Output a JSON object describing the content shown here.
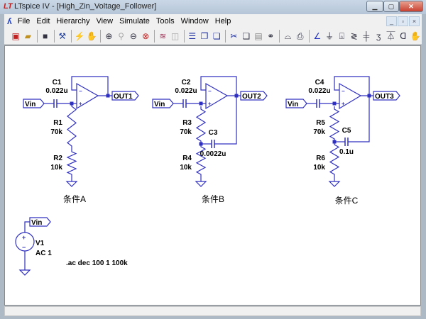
{
  "window": {
    "title": "LTspice IV - [High_Zin_Voltage_Follower]",
    "app_logo": "LT",
    "controls": [
      "minimize",
      "maximize",
      "close"
    ]
  },
  "menu": {
    "items": [
      "File",
      "Edit",
      "Hierarchy",
      "View",
      "Simulate",
      "Tools",
      "Window",
      "Help"
    ]
  },
  "toolbar": {
    "icons": [
      "new-schematic",
      "open",
      "save",
      "control-panel",
      "run",
      "halt",
      "zoom-in",
      "zoom-pan",
      "zoom-out",
      "zoom-fit",
      "autorange",
      "mark-unref",
      "tile-horizontal",
      "cascade",
      "tile-vertical",
      "cut",
      "copy",
      "paste",
      "find",
      "print-setup",
      "print",
      "wire",
      "ground",
      "label-net",
      "resistor",
      "capacitor",
      "inductor",
      "diode",
      "component",
      "move"
    ]
  },
  "schematic": {
    "wire_color": "#3030c0",
    "circuits": [
      {
        "in_label": "Vin",
        "out_label": "OUT1",
        "cin": {
          "name": "C1",
          "value": "0.022u"
        },
        "rtop": {
          "name": "R1",
          "value": "70k"
        },
        "rbot": {
          "name": "R2",
          "value": "10k"
        },
        "caption": "条件A"
      },
      {
        "in_label": "Vin",
        "out_label": "OUT2",
        "cin": {
          "name": "C2",
          "value": "0.022u"
        },
        "rtop": {
          "name": "R3",
          "value": "70k"
        },
        "rbot": {
          "name": "R4",
          "value": "10k"
        },
        "cfb": {
          "name": "C3",
          "value": "0.0022u"
        },
        "caption": "条件B"
      },
      {
        "in_label": "Vin",
        "out_label": "OUT3",
        "cin": {
          "name": "C4",
          "value": "0.022u"
        },
        "rtop": {
          "name": "R5",
          "value": "70k"
        },
        "rbot": {
          "name": "R6",
          "value": "10k"
        },
        "cfb": {
          "name": "C5",
          "value": "0.1u"
        },
        "caption": "条件C"
      }
    ],
    "source": {
      "label": "Vin",
      "name": "V1",
      "value": "AC 1"
    },
    "directive": ".ac dec 100 1 100k"
  }
}
